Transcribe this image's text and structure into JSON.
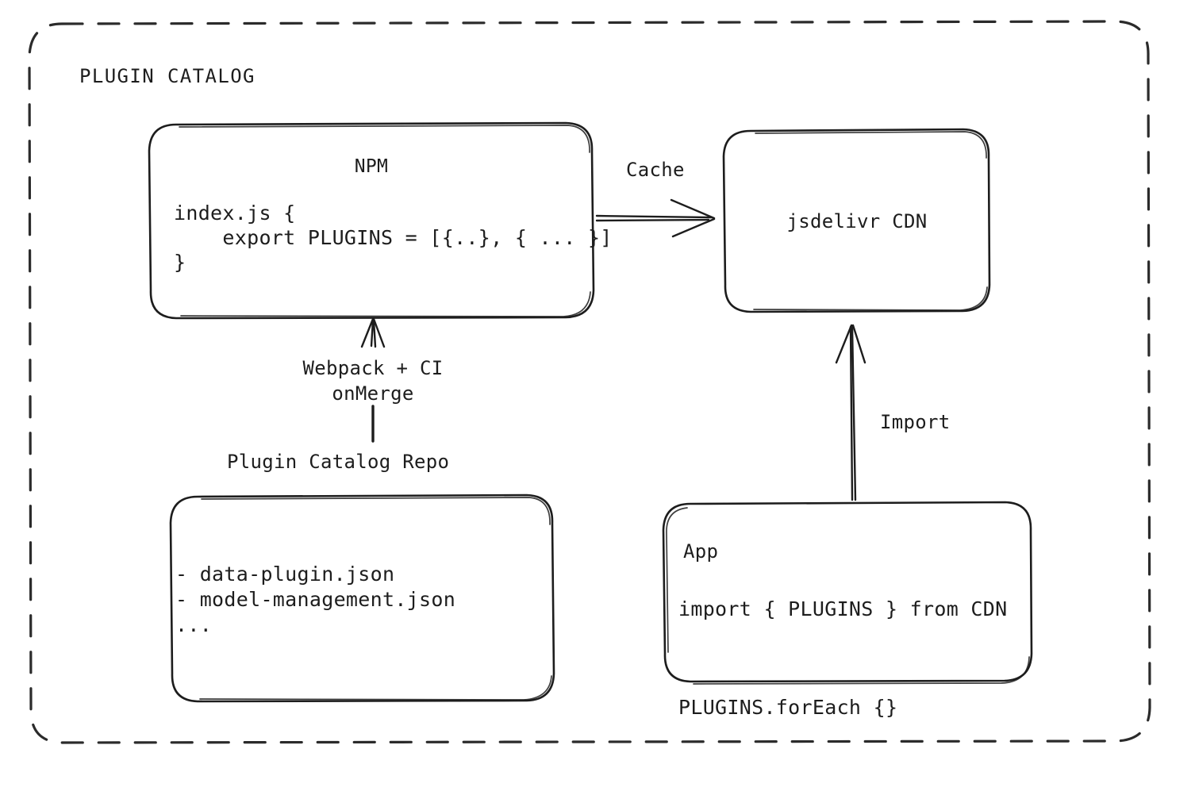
{
  "diagram": {
    "type": "flow-diagram",
    "style": "hand-drawn",
    "background": "#ffffff",
    "stroke_color": "#1d1d1d",
    "group": {
      "title": "PLUGIN CATALOG",
      "border": "dashed"
    },
    "nodes": [
      {
        "id": "npm",
        "title": "NPM",
        "code": "index.js {\n    export PLUGINS = [{..}, { ... }]\n}"
      },
      {
        "id": "jsdelivr-cdn",
        "title": "jsdelivr CDN"
      },
      {
        "id": "plugin-catalog-repo",
        "caption": "Plugin Catalog Repo",
        "items": "- data-plugin.json\n- model-management.json\n..."
      },
      {
        "id": "app",
        "title": "App",
        "code": "import { PLUGINS } from CDN\n\nPLUGINS.forEach {}"
      }
    ],
    "edges": [
      {
        "id": "npm-to-cdn",
        "label": "Cache",
        "from": "npm",
        "to": "jsdelivr-cdn",
        "direction": "right"
      },
      {
        "id": "repo-to-npm",
        "label": "Webpack + CI\nonMerge",
        "from": "plugin-catalog-repo",
        "to": "npm",
        "direction": "up"
      },
      {
        "id": "app-to-cdn",
        "label": "Import",
        "from": "app",
        "to": "jsdelivr-cdn",
        "direction": "up"
      }
    ]
  }
}
